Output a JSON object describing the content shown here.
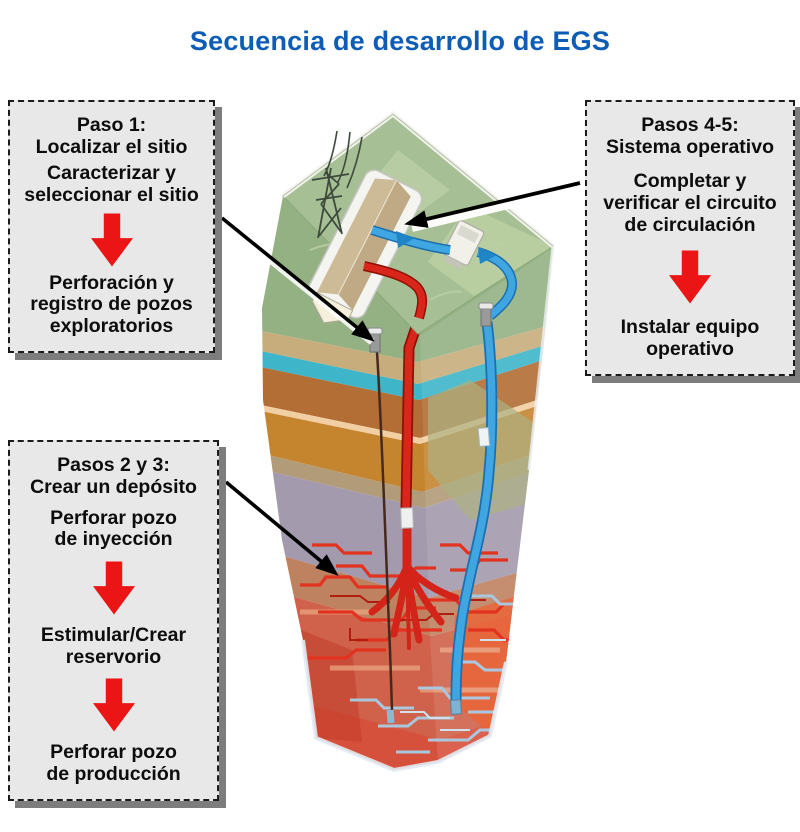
{
  "title": "Secuencia de desarrollo de EGS",
  "colors": {
    "title_blue": "#0d5db6",
    "arrow_red": "#ec1515",
    "box_bg": "#e8e8e8",
    "box_border": "#1b1b1b",
    "grass_top": "#a6bf95",
    "aquifer_cyan": "#3eb5c8",
    "hot_rock_red": "#d0614b",
    "injection_pipe_red": "#d9261a",
    "circulation_pipe_blue": "#3fa6e2"
  },
  "callouts": {
    "step1": {
      "title": "Paso 1:\nLocalizar el sitio",
      "body1": "Caracterizar y\nseleccionar el sitio",
      "body2": "Perforación y\nregistro de pozos\nexploratorios"
    },
    "steps23": {
      "title": "Pasos 2 y 3:\nCrear un depósito",
      "body1": "Perforar pozo\nde inyección",
      "body2": "Estimular/Crear\nreservorio",
      "body3": "Perforar pozo\nde producción"
    },
    "steps45": {
      "title": "Pasos 4-5:\nSistema operativo",
      "body1": "Completar y\nverificar el circuito\nde circulación",
      "body2": "Instalar equipo\noperativo"
    }
  }
}
